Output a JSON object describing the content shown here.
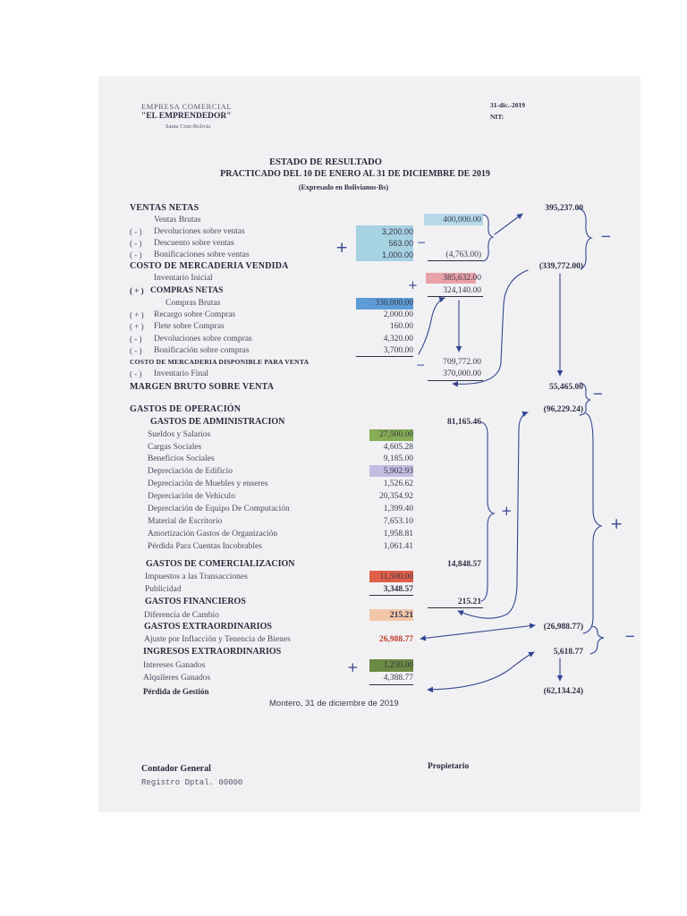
{
  "header": {
    "company_type": "EMPRESA COMERCIAL",
    "company_name": "\"EL EMPRENDEDOR\"",
    "location": "Santa Cruz-Bolivia",
    "date": "31-dic.-2019",
    "nit": "NIT:"
  },
  "title": {
    "main": "ESTADO DE RESULTADO",
    "period": "PRACTICADO DEL 10 DE ENERO AL 31 DE DICIEMBRE DE 2019",
    "currency": "(Expresado en Bolivianos-Bs)"
  },
  "rows": [
    {
      "label": "VENTAS NETAS",
      "c4": "395,237.00"
    },
    {
      "label": "Ventas Brutas",
      "c3": "400,000.00"
    },
    {
      "prefix": "( - )",
      "label": "Devoluciones sobre ventas",
      "c2": "3,200.00"
    },
    {
      "prefix": "( - )",
      "label": "Descuento sobre ventas",
      "c2": "563.00"
    },
    {
      "prefix": "( - )",
      "label": "Bonificaciones sobre ventas",
      "c2": "1,000.00",
      "c3": "(4,763.00)"
    },
    {
      "label": "COSTO DE MERCADERIA VENDIDA",
      "c4": "(339,772.00)"
    },
    {
      "label": "Inventario Inicial",
      "c3": "385,632.00"
    },
    {
      "prefix": "( + )",
      "label": "COMPRAS NETAS",
      "c3": "324,140.00"
    },
    {
      "label": "Compras Brutas",
      "c2": "330,000.00"
    },
    {
      "prefix": "( + )",
      "label": "Recargo sobre Compras",
      "c2": "2,000.00"
    },
    {
      "prefix": "( + )",
      "label": "Flete sobre Compras",
      "c2": "160.00"
    },
    {
      "prefix": "( - )",
      "label": "Devoluciones sobre compras",
      "c2": "4,320.00"
    },
    {
      "prefix": "( - )",
      "label": "Bonificación sobre compras",
      "c2": "3,700.00"
    },
    {
      "label": "COSTO DE MERCADERIA DISPONIBLE PARA VENTA",
      "c3": "709,772.00"
    },
    {
      "prefix": "( - )",
      "label": "Inventario Final",
      "c3": "370,000.00"
    },
    {
      "label": "MARGEN BRUTO SOBRE VENTA",
      "c4": "55,465.00"
    },
    {
      "label": "GASTOS DE OPERACIÓN",
      "c4": "(96,229.24)"
    },
    {
      "label": "GASTOS DE ADMINISTRACION",
      "c3": "81,165.46"
    },
    {
      "label": "Sueldos y Salarios",
      "c2": "27,500.00"
    },
    {
      "label": "Cargas Sociales",
      "c2": "4,605.28"
    },
    {
      "label": "Beneficios Sociales",
      "c2": "9,185.00"
    },
    {
      "label": "Depreciación de Edificio",
      "c2": "5,902.93"
    },
    {
      "label": "Depreciación de Muebles y enseres",
      "c2": "1,526.62"
    },
    {
      "label": "Depreciación de Vehiculo",
      "c2": "20,354.92"
    },
    {
      "label": "Depreciación de Equipo De Computación",
      "c2": "1,399.40"
    },
    {
      "label": "Material de Escritorio",
      "c2": "7,653.10"
    },
    {
      "label": "Amortización Gastos de Organización",
      "c2": "1,958.81"
    },
    {
      "label": "Pérdida Para Cuentas Incobrables",
      "c2": "1,061.41"
    },
    {
      "label": "GASTOS DE COMERCIALIZACION",
      "c3": "14,848.57"
    },
    {
      "label": "Impuestos a las Transacciones",
      "c2": "11,500.00"
    },
    {
      "label": "Publicidad",
      "c2": "3,348.57"
    },
    {
      "label": "GASTOS FINANCIEROS",
      "c3": "215.21"
    },
    {
      "label": "Diferencia de Cambio",
      "c2": "215.21"
    },
    {
      "label": "GASTOS EXTRAORDINARIOS",
      "c4": "(26,988.77)"
    },
    {
      "label": "Ajuste por Inflacción y Tenencia de Bienes",
      "c2": "26,988.77"
    },
    {
      "label": "INGRESOS EXTRAORDINARIOS",
      "c4": "5,618.77"
    },
    {
      "label": "Intereses Ganados",
      "c2": "1,230.00"
    },
    {
      "label": "Alquileres Ganados",
      "c2": "4,388.77"
    },
    {
      "label": "Pérdida de Gestión",
      "c4": "(62,134.24)"
    }
  ],
  "footer": {
    "place_date": "Montero, 31 de diciembre de 2019",
    "accountant": "Contador General",
    "owner": "Propietario",
    "registry": "Registro Dptal. 00000"
  },
  "annotations": {
    "plus": "+",
    "minus": "−"
  },
  "colors": {
    "paper": "#f1f1f4",
    "ink": "#34458f",
    "highlight_light_blue": "#b5d9e8",
    "highlight_sky_blue": "#a6d2e2",
    "highlight_pink": "#e8a1a6",
    "highlight_blue": "#5d9cd6",
    "highlight_green": "#86ad55",
    "highlight_lavender": "#c4bde1",
    "highlight_red": "#df5f48",
    "highlight_peach": "#f2c7a8",
    "highlight_olive": "#6b8a43",
    "negative_red": "#c0392b"
  }
}
